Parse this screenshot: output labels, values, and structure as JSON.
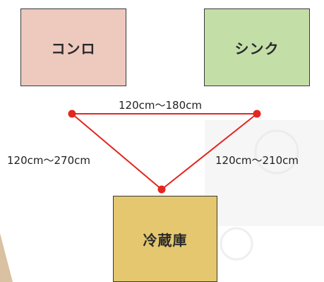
{
  "colors": {
    "stove": "#eec9be",
    "sink": "#c4dea8",
    "fridge": "#e4c76f",
    "triangle": "#e3261f"
  },
  "boxes": {
    "stove": "コンロ",
    "sink": "シンク",
    "fridge": "冷蔵庫"
  },
  "distances": {
    "stove_sink": "120cm〜180cm",
    "stove_fridge": "120cm〜270cm",
    "sink_fridge": "120cm〜210cm"
  }
}
